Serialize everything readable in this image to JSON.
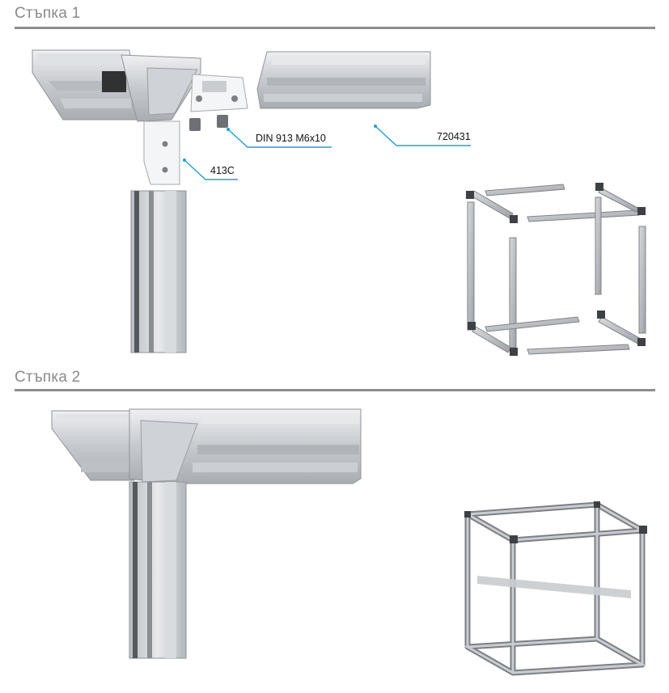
{
  "steps": [
    {
      "title": "Стъпка 1"
    },
    {
      "title": "Стъпка 2"
    }
  ],
  "callouts": {
    "bolt": "DIN 913 M6x10",
    "profile": "720431",
    "connector": "413C"
  },
  "colors": {
    "rule": "#8d8d8d",
    "leader": "#1ea0d8",
    "title": "#8a8a8a"
  }
}
